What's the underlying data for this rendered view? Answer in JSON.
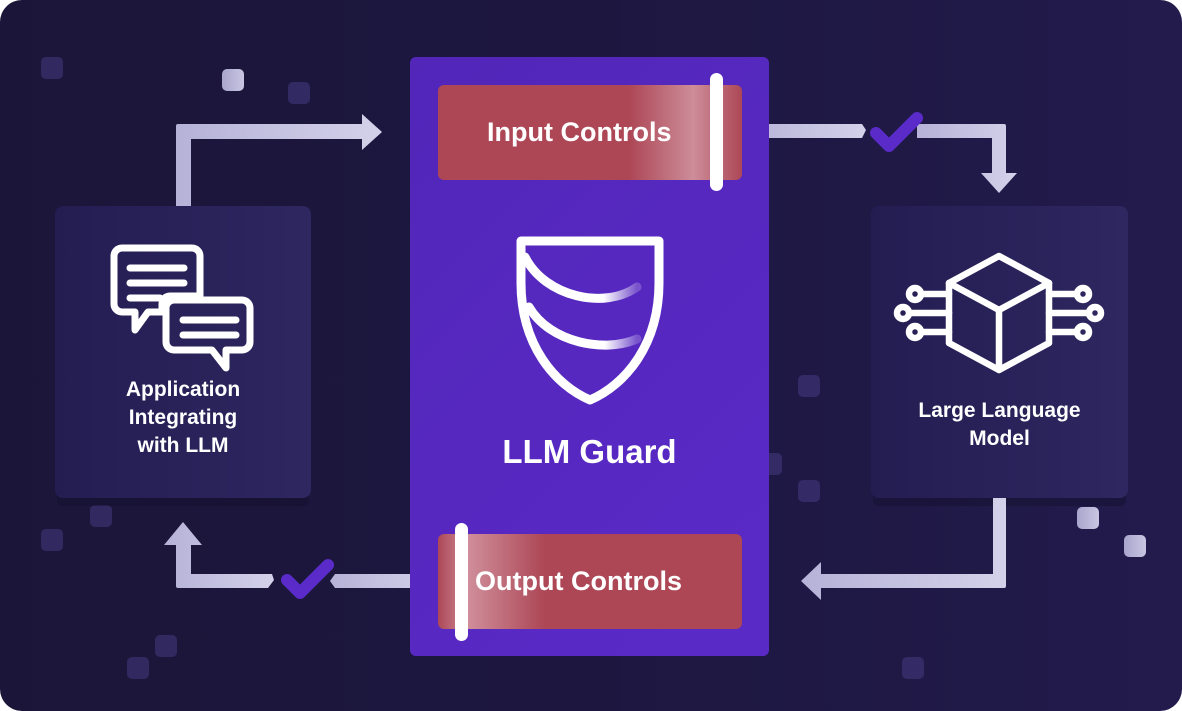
{
  "diagram": {
    "title": "LLM Guard data flow",
    "colors": {
      "background": "#1d1740",
      "guard_panel": "#5627be",
      "control_box": "#ad4756",
      "arrow": "#c5c2e0",
      "check": "#5a2bc9",
      "card": "#2a2359"
    },
    "nodes": {
      "app": {
        "label_lines": [
          "Application",
          "Integrating",
          "with LLM"
        ],
        "icon": "chat-bubbles-icon"
      },
      "guard": {
        "label": "LLM Guard",
        "icon": "shield-icon"
      },
      "input_controls": {
        "label": "Input Controls"
      },
      "output_controls": {
        "label": "Output Controls"
      },
      "llm": {
        "label_lines": [
          "Large Language",
          "Model"
        ],
        "icon": "cube-circuit-icon"
      }
    },
    "edges": [
      {
        "from": "app",
        "to": "input_controls",
        "icon": "arrow-right-icon"
      },
      {
        "from": "input_controls",
        "to": "llm",
        "icon": "arrow-down-icon",
        "status_icon": "checkmark-icon"
      },
      {
        "from": "llm",
        "to": "output_controls",
        "icon": "arrow-left-icon"
      },
      {
        "from": "output_controls",
        "to": "app",
        "icon": "arrow-up-icon",
        "status_icon": "checkmark-icon"
      }
    ]
  }
}
